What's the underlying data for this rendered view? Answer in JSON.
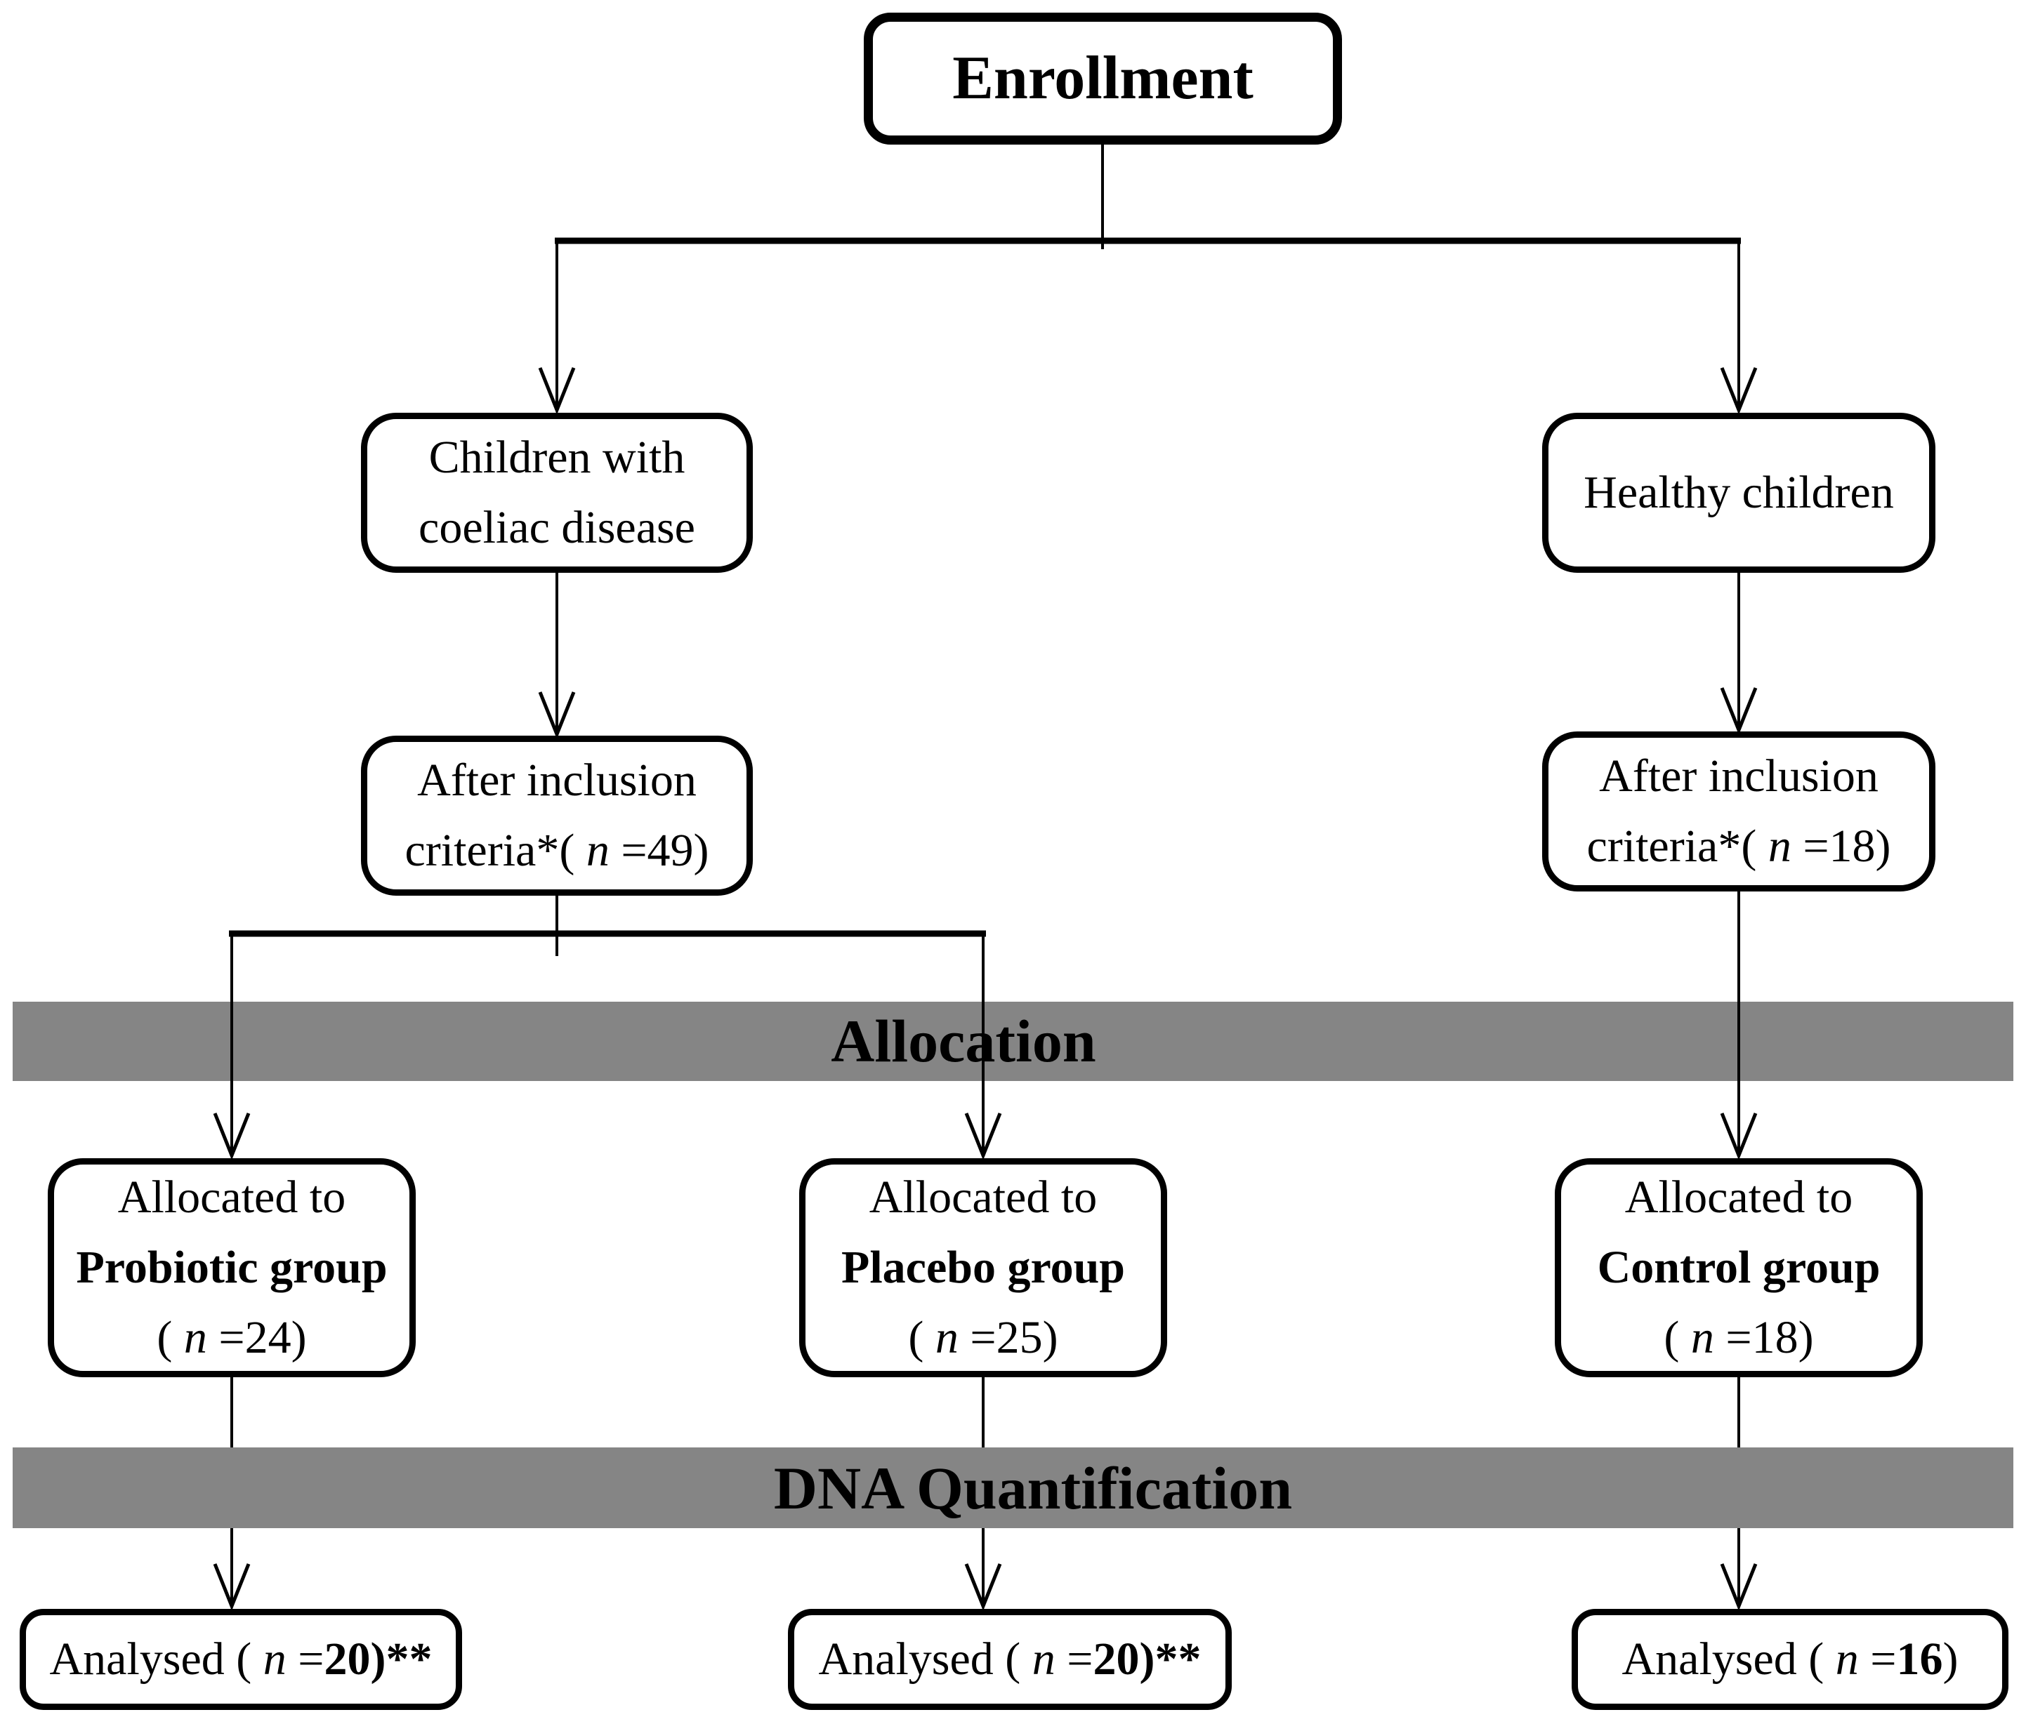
{
  "colors": {
    "background": "#ffffff",
    "ink": "#000000",
    "band_gray": "#858585"
  },
  "bands": {
    "allocation": {
      "label": "Allocation"
    },
    "dna_quantification": {
      "label": "DNA Quantification"
    }
  },
  "nodes": {
    "enrollment": {
      "label": "Enrollment"
    },
    "coeliac_children": {
      "line1": "Children with",
      "line2": "coeliac disease"
    },
    "healthy_children": {
      "label": "Healthy children"
    },
    "inclusion_coeliac": {
      "line1": "After inclusion",
      "criteria_prefix": "criteria*( ",
      "n_symbol": "n",
      "count_suffix": " =49)"
    },
    "inclusion_healthy": {
      "line1": "After inclusion",
      "criteria_prefix": "criteria*( ",
      "n_symbol": "n",
      "count_suffix": " =18)"
    },
    "allocated_probiotic": {
      "line1": "Allocated to",
      "group_name": "Probiotic group",
      "paren_open": "( ",
      "n_symbol": "n",
      "count_suffix": " =24)"
    },
    "allocated_placebo": {
      "line1": "Allocated to",
      "group_name": "Placebo group",
      "paren_open": "( ",
      "n_symbol": "n",
      "count_suffix": " =25)"
    },
    "allocated_control": {
      "line1": "Allocated to",
      "group_name": "Control group",
      "paren_open": "( ",
      "n_symbol": "n",
      "count_suffix": " =18)"
    },
    "analysed_probiotic": {
      "prefix": "Analysed ( ",
      "n_symbol": "n",
      "equals": " =",
      "count": "20",
      "suffix": ")**"
    },
    "analysed_placebo": {
      "prefix": "Analysed ( ",
      "n_symbol": "n",
      "equals": " =",
      "count": "20",
      "suffix": ")**"
    },
    "analysed_control": {
      "prefix": "Analysed ( ",
      "n_symbol": "n",
      "equals": " =",
      "count": "16",
      "suffix": ")"
    }
  }
}
